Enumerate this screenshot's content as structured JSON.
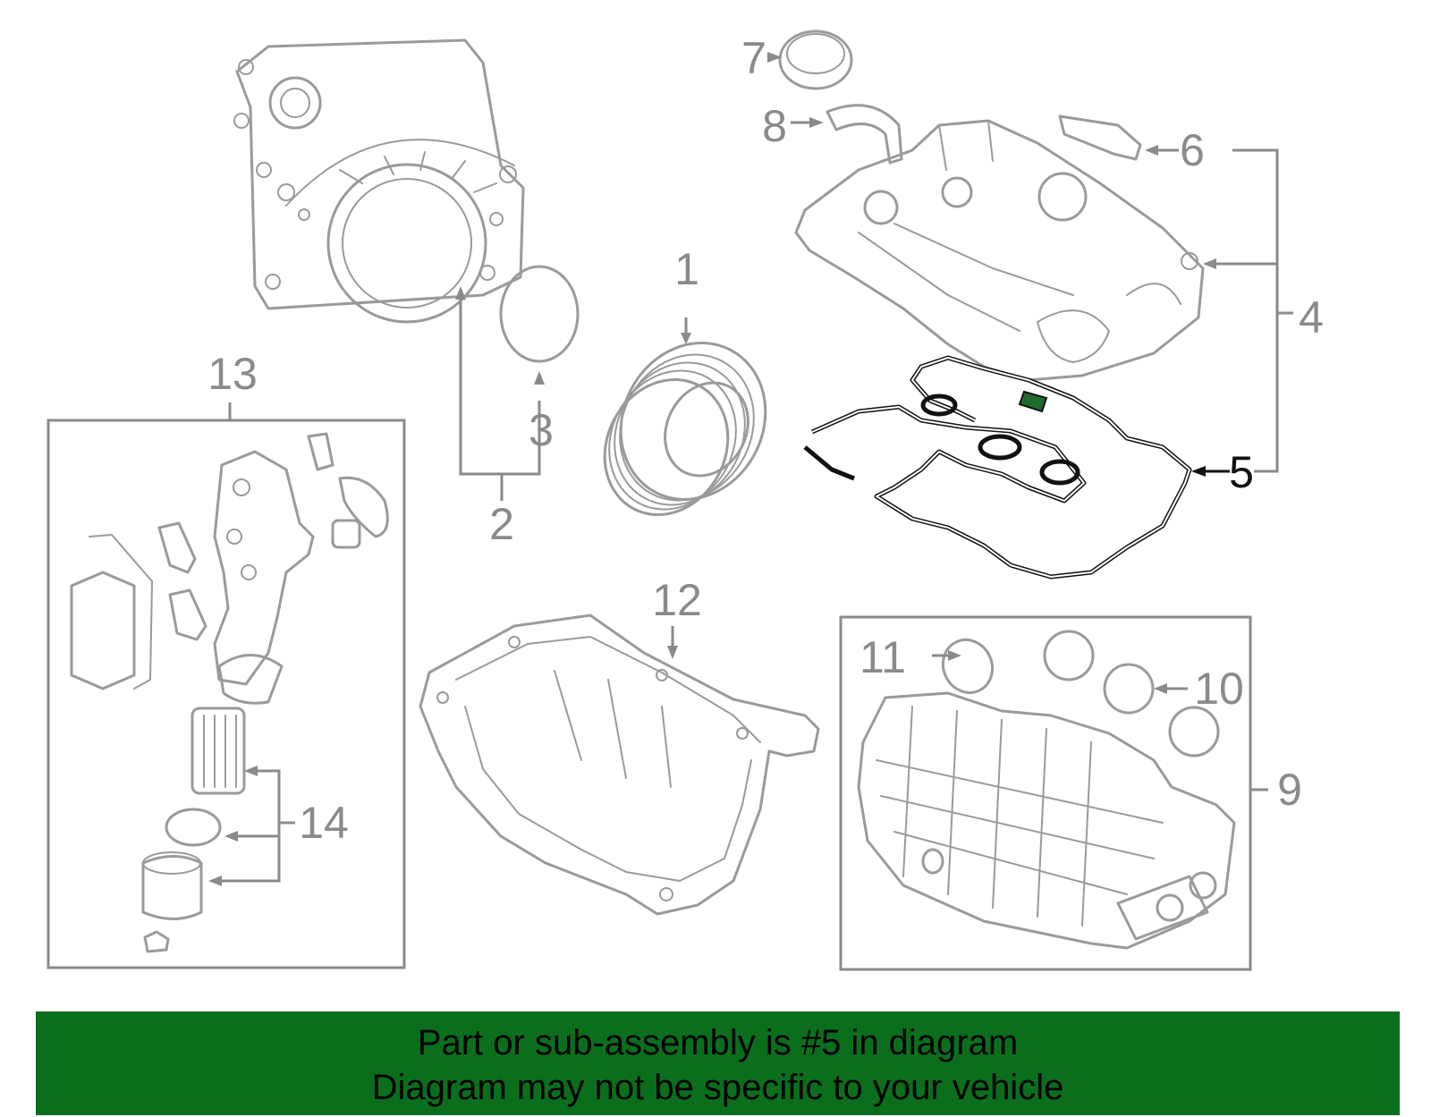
{
  "callouts": {
    "c1": "1",
    "c2": "2",
    "c3": "3",
    "c4": "4",
    "c5": "5",
    "c6": "6",
    "c7": "7",
    "c8": "8",
    "c9": "9",
    "c10": "10",
    "c11": "11",
    "c12": "12",
    "c13": "13",
    "c14": "14"
  },
  "highlighted_part": "5",
  "colors": {
    "highlight": "#111111",
    "parts": "#9a9a9a",
    "banner": "#0b6e1d"
  },
  "banner": {
    "line1": "Part or sub-assembly is #5 in diagram",
    "line2": "Diagram may not be specific to your vehicle"
  }
}
